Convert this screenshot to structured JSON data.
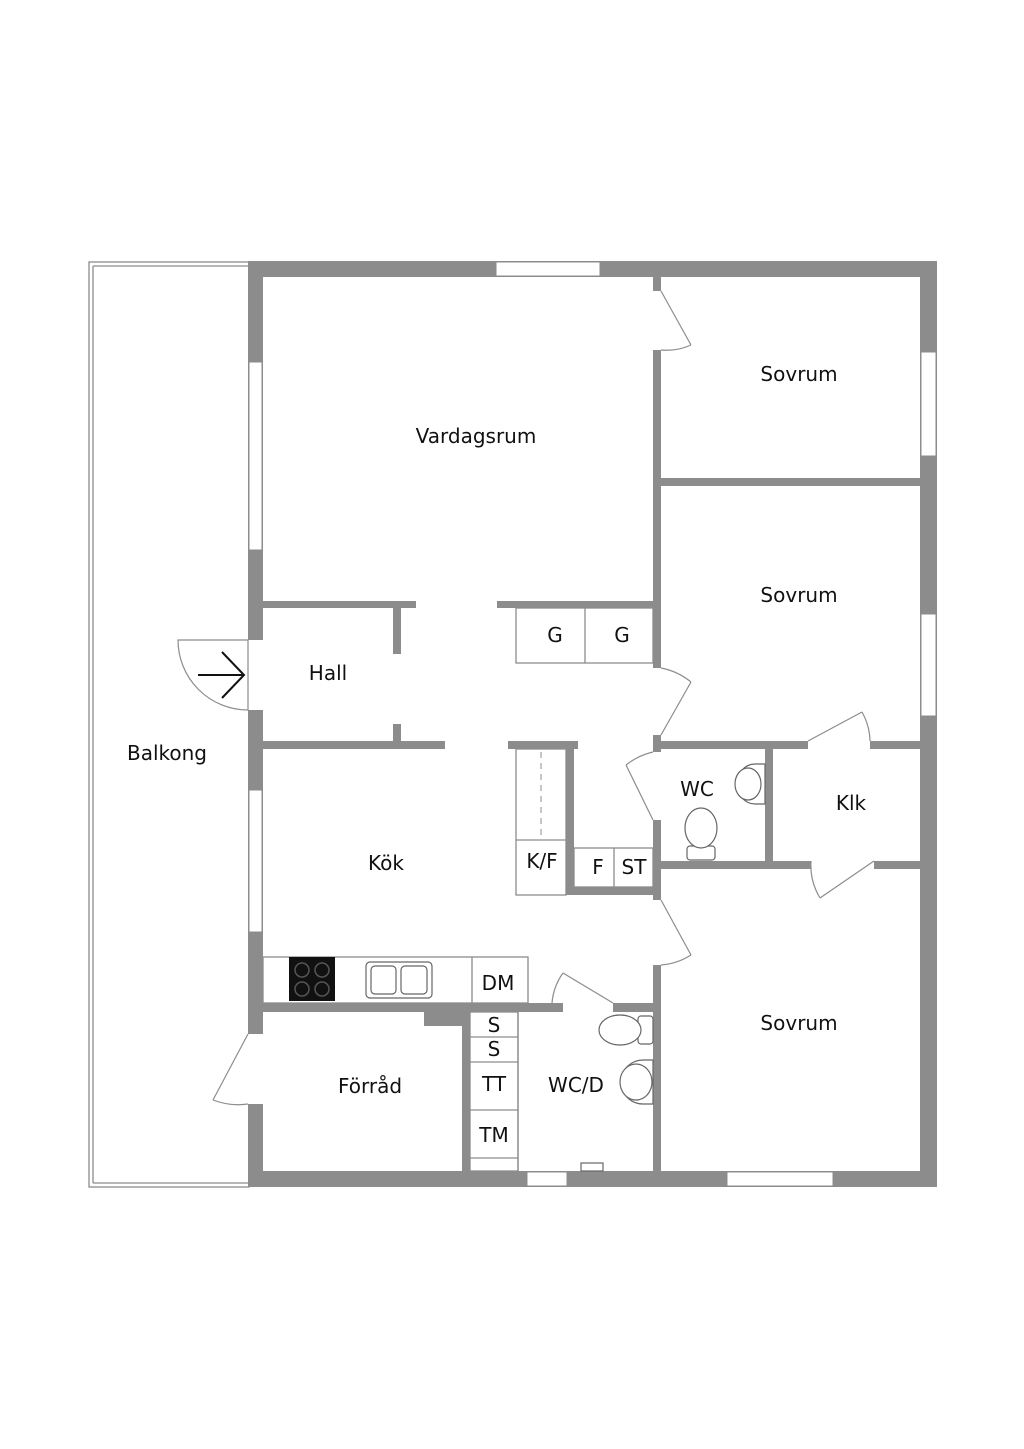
{
  "rooms": {
    "vardagsrum": "Vardagsrum",
    "sovrum_1": "Sovrum",
    "sovrum_2": "Sovrum",
    "sovrum_3": "Sovrum",
    "hall": "Hall",
    "balkong": "Balkong",
    "kok": "Kök",
    "wc": "WC",
    "klk": "Klk",
    "forrad": "Förråd",
    "wc_d": "WC/D"
  },
  "fixtures": {
    "g1": "G",
    "g2": "G",
    "kf": "K/F",
    "f": "F",
    "st": "ST",
    "dm": "DM",
    "s1": "S",
    "s2": "S",
    "tt": "TT",
    "tm": "TM"
  },
  "colors": {
    "wall": "#8c8c8c",
    "background": "#ffffff",
    "text": "#111111"
  }
}
